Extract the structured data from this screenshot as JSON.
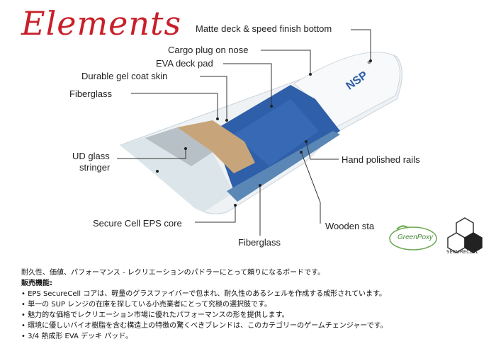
{
  "title": "Elements",
  "callouts": {
    "matte_deck": "Matte deck & speed finish bottom",
    "cargo_plug": "Cargo plug on nose",
    "eva_pad": "EVA deck pad",
    "gel_coat": "Durable gel coat skin",
    "fiberglass_top": "Fiberglass",
    "ud_glass": "UD glass",
    "stringer": "stringer",
    "hand_rails": "Hand polished rails",
    "eps_core": "Secure Cell EPS core",
    "wooden": "Wooden sta",
    "fiberglass_bottom": "Fiberglass"
  },
  "board_logo": "NSP",
  "logos": {
    "greenpoxy": "GreenPoxy",
    "securecell": "SECURECELL"
  },
  "colors": {
    "title": "#c8202a",
    "deck_blue": "#2e5fa8",
    "board_white": "#f2f4f6"
  },
  "description": {
    "intro": "耐久性、価値、パフォーマンス - レクリエーションのパドラーにとって頼りになるボードです。",
    "heading": "販売機能:",
    "bullets": [
      "• EPS SecureCell コアは、軽量のグラスファイバーで包まれ、耐久性のあるシェルを作成する成形されています。",
      "• 単一の SUP レンジの在庫を探している小売業者にとって究極の選択肢です。",
      "• 魅力的な価格でレクリエーション市場に優れたパフォーマンスの形を提供します。",
      "• 環境に優しいバイオ樹脂を含む構造上の特徴の驚くべきブレンドは、このカテゴリーのゲームチェンジャーです。",
      "• 3/4 熱成形 EVA デッキ パッド。"
    ]
  }
}
